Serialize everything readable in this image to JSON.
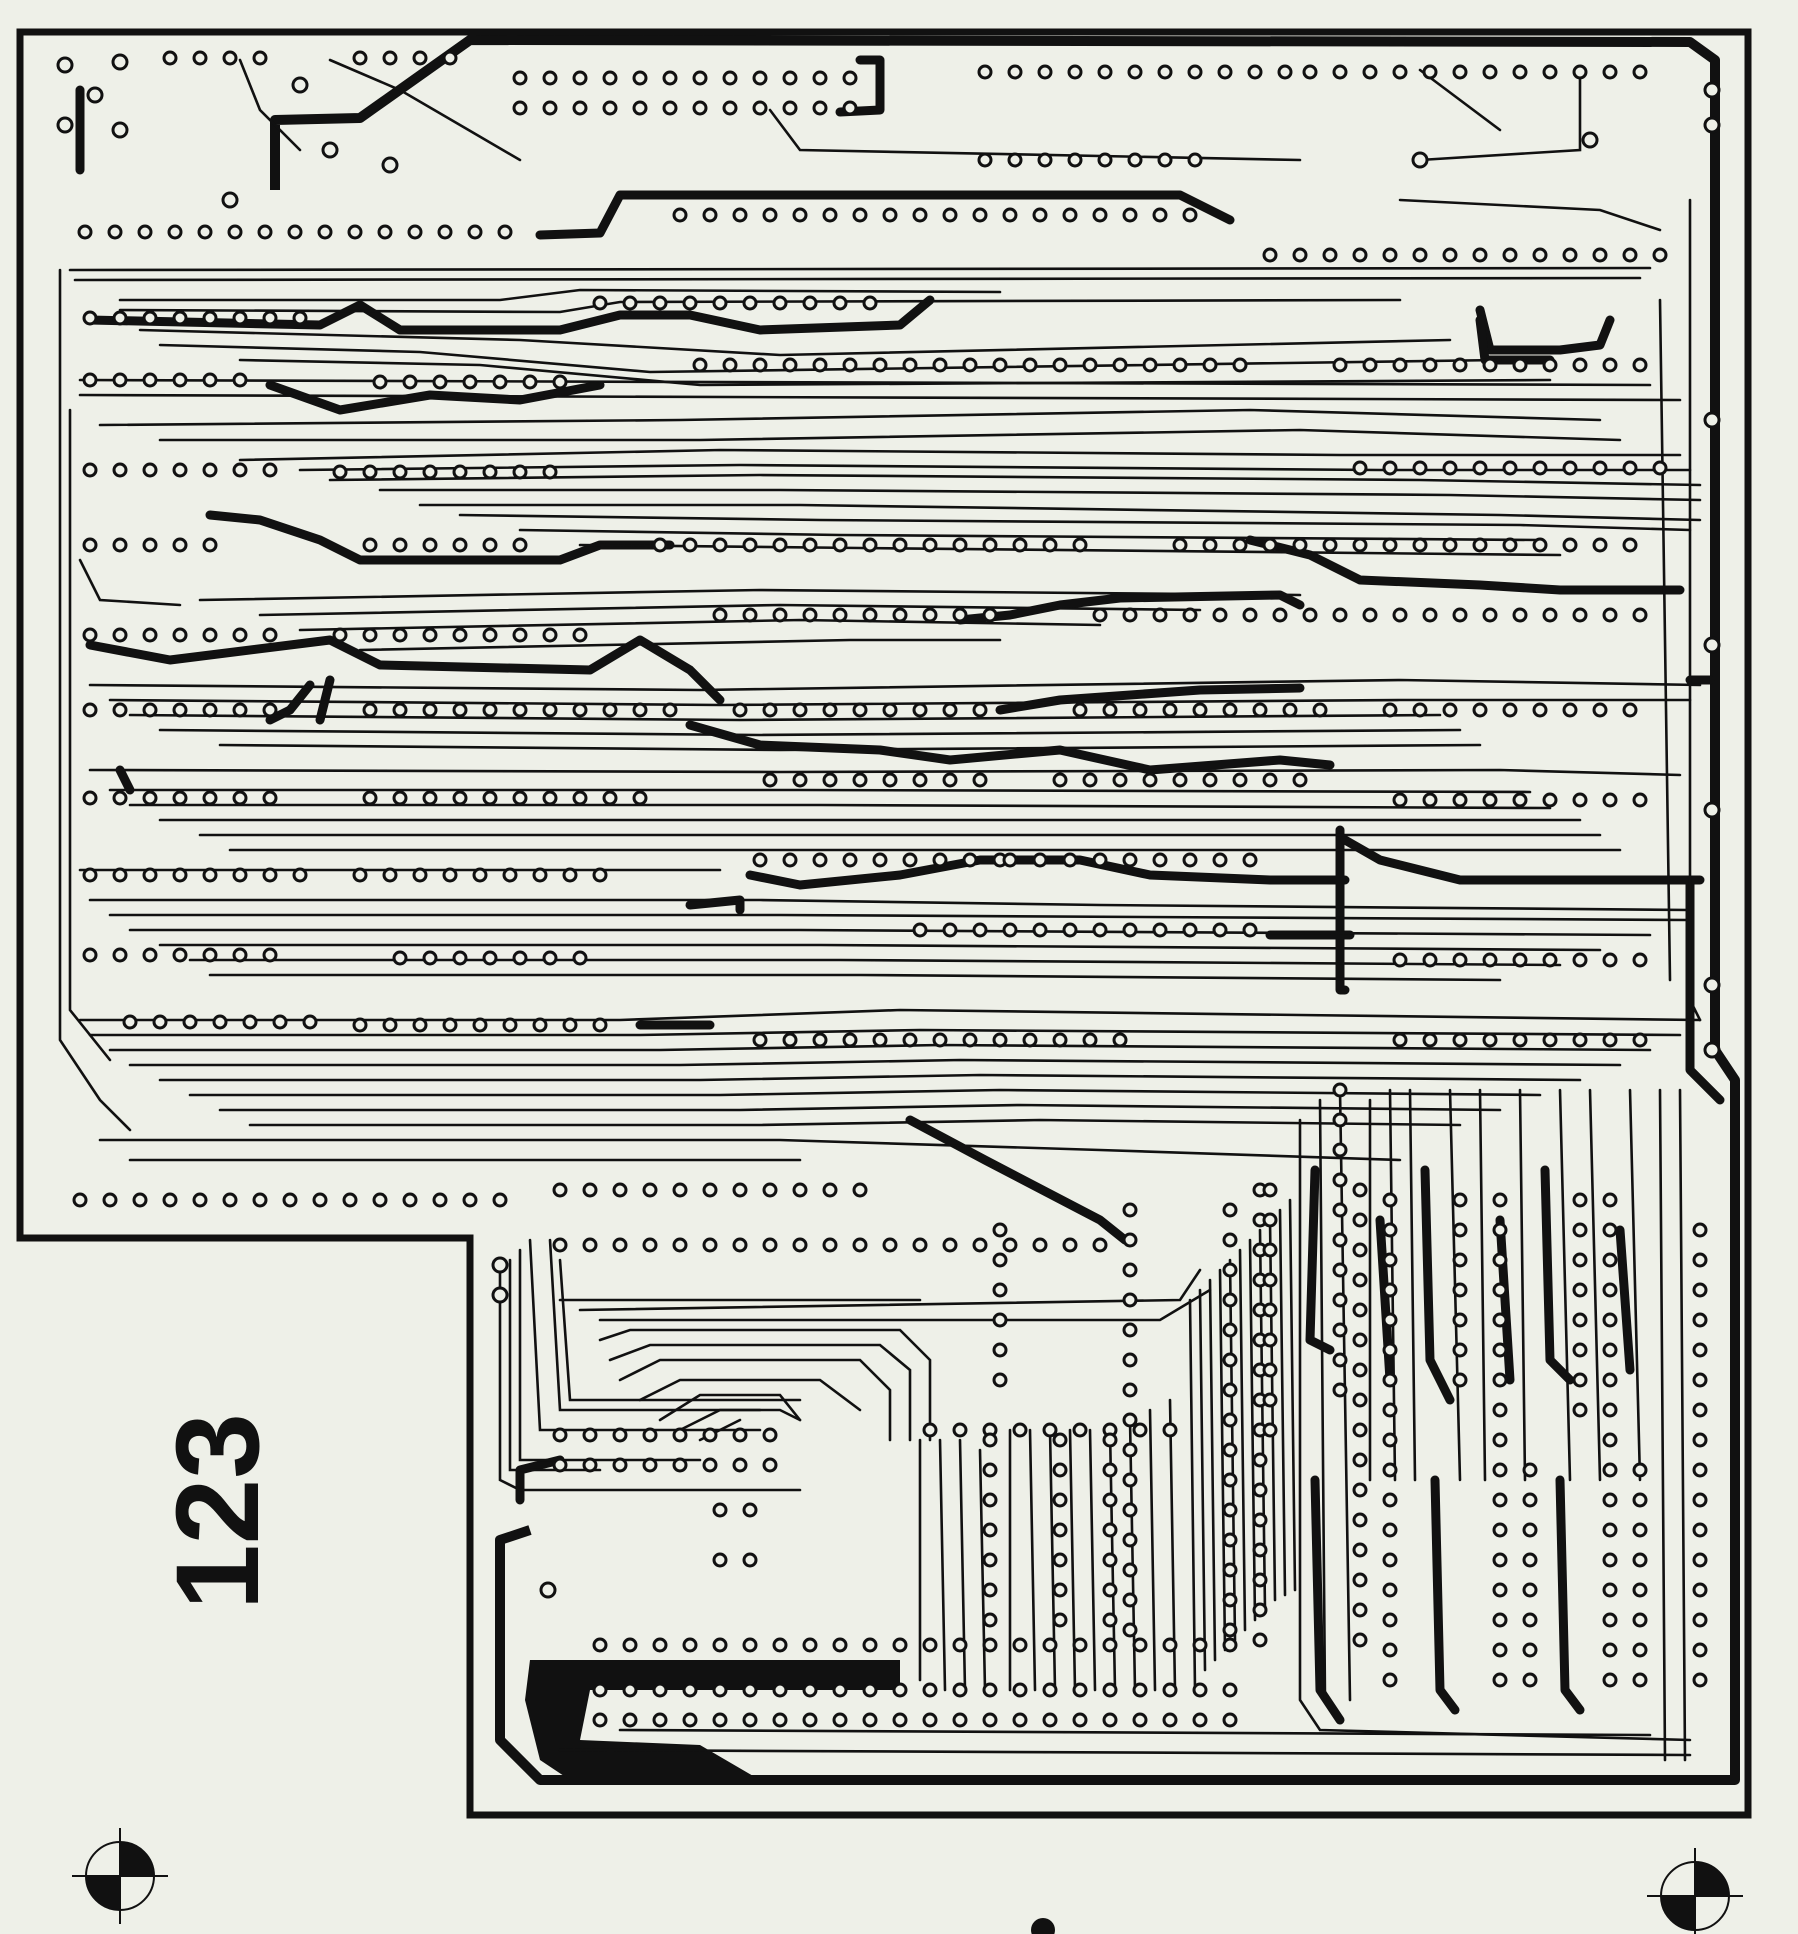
{
  "board": {
    "label": "123",
    "colors": {
      "paper": "#eef0e8",
      "ink": "#111111"
    },
    "registration_marks": [
      "registration-mark-bottom-left",
      "registration-mark-bottom-right"
    ]
  }
}
